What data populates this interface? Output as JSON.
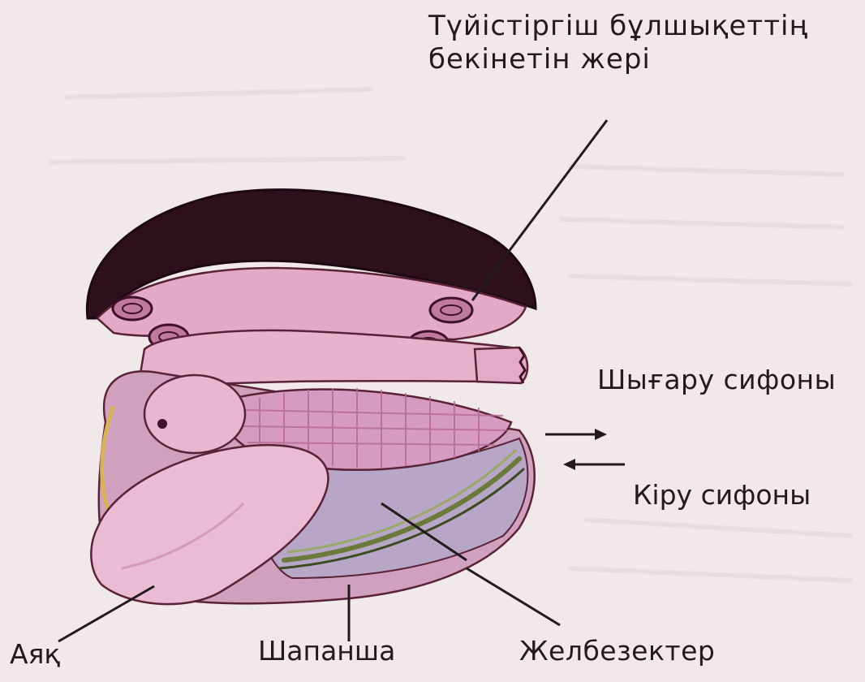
{
  "labels": {
    "adductor_line1": "Түйістіргіш бұлшықеттің",
    "adductor_line2": "бекінетін жері",
    "exhalant_siphon": "Шығару сифоны",
    "inhalant_siphon": "Кіру сифоны",
    "foot": "Аяқ",
    "mantle": "Шапанша",
    "gills": "Желбезектер"
  },
  "colors": {
    "background": "#f1e8ea",
    "shell_dark": "#2e0f1c",
    "body_pink": "#e2a6c4",
    "outline": "#5a2236",
    "gill_green": "#6b7a3a",
    "text": "#231a1c"
  }
}
